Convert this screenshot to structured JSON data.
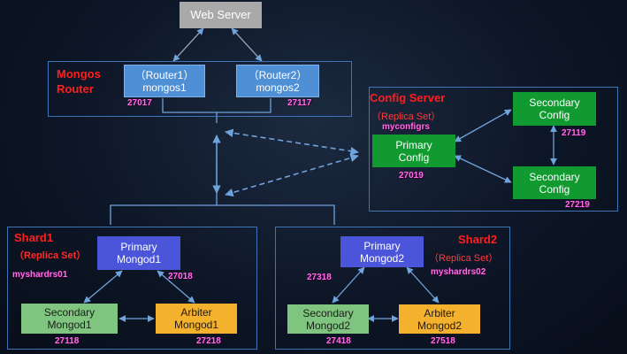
{
  "web_server": {
    "label": "Web Server"
  },
  "mongos_router": {
    "title_line1": "Mongos",
    "title_line2": "Router",
    "router1": {
      "line1": "（Router1）",
      "line2": "mongos1",
      "port": "27017"
    },
    "router2": {
      "line1": "（Router2）",
      "line2": "mongos2",
      "port": "27117"
    }
  },
  "config_server": {
    "title": "Config Server",
    "subtitle": "（Replica Set）",
    "set_name": "myconfigrs",
    "primary": {
      "line1": "Primary",
      "line2": "Config",
      "port": "27019"
    },
    "secondary1": {
      "line1": "Secondary",
      "line2": "Config",
      "port": "27119"
    },
    "secondary2": {
      "line1": "Secondary",
      "line2": "Config",
      "port": "27219"
    }
  },
  "shard1": {
    "title": "Shard1",
    "subtitle": "（Replica Set）",
    "set_name": "myshardrs01",
    "primary": {
      "line1": "Primary",
      "line2": "Mongod1",
      "port": "27018"
    },
    "secondary": {
      "line1": "Secondary",
      "line2": "Mongod1",
      "port": "27118"
    },
    "arbiter": {
      "line1": "Arbiter",
      "line2": "Mongod1",
      "port": "27218"
    }
  },
  "shard2": {
    "title": "Shard2",
    "subtitle": "（Replica Set）",
    "set_name": "myshardrs02",
    "primary": {
      "line1": "Primary",
      "line2": "Mongod2",
      "port": "27318"
    },
    "secondary": {
      "line1": "Secondary",
      "line2": "Mongod2",
      "port": "27418"
    },
    "arbiter": {
      "line1": "Arbiter",
      "line2": "Mongod2",
      "port": "27518"
    }
  },
  "colors": {
    "connector": "#6fa3dc",
    "region_border": "#3f74b8",
    "label_red": "#ff1e1e",
    "port_pink": "#ff6ee8"
  }
}
